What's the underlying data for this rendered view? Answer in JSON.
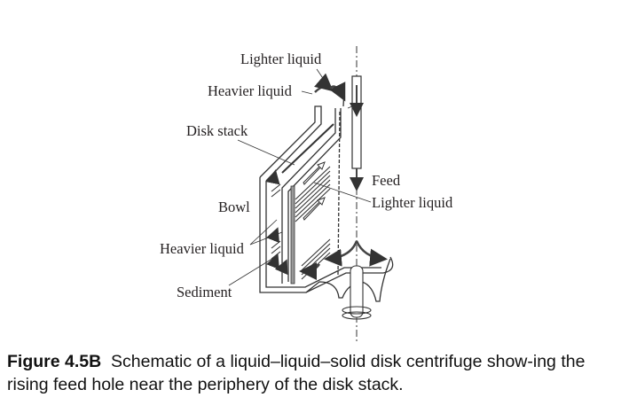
{
  "figure": {
    "labels": {
      "lighter_liquid_top": "Lighter liquid",
      "heavier_liquid_top": "Heavier liquid",
      "disk_stack": "Disk stack",
      "feed": "Feed",
      "lighter_liquid_mid": "Lighter liquid",
      "bowl": "Bowl",
      "heavier_liquid_low": "Heavier liquid",
      "sediment": "Sediment"
    },
    "caption": {
      "number": "Figure 4.5B",
      "text": "Schematic of a liquid–liquid–solid disk centrifuge show-ing the rising feed hole near the periphery of the disk stack."
    }
  }
}
